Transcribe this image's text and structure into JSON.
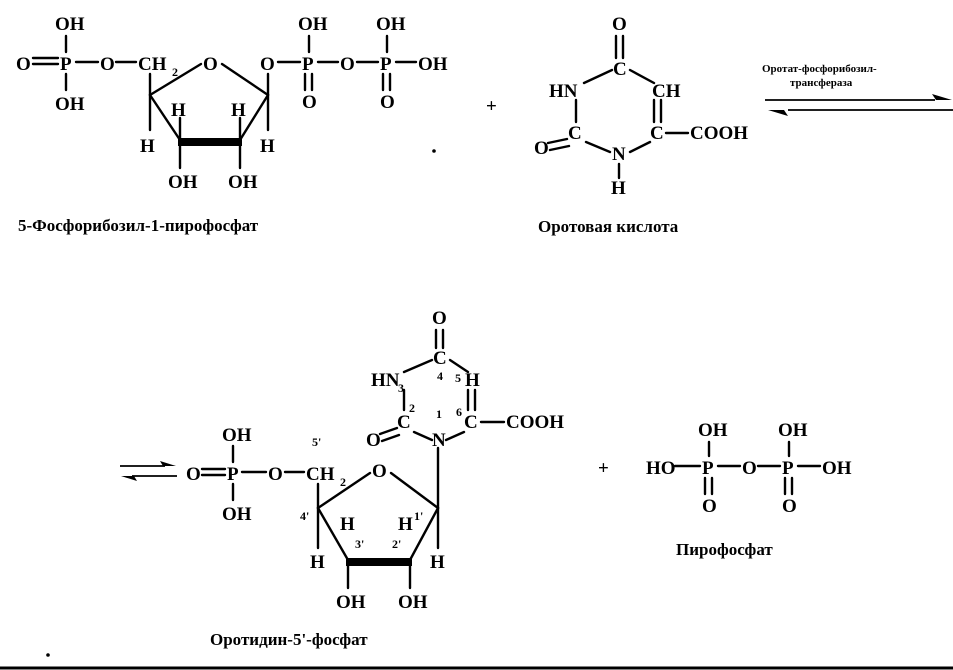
{
  "atoms": {
    "O": "O",
    "OH": "OH",
    "HO": "HO",
    "P": "P",
    "H": "H",
    "C": "C",
    "N": "N",
    "HN": "HN",
    "CH": "CH",
    "CH2": "CH",
    "sub2": "2",
    "COOH": "COOH"
  },
  "operators": {
    "plus": "+"
  },
  "numbers": {
    "n1": "1",
    "n2": "2",
    "n3": "3",
    "n4": "4",
    "n5": "5",
    "n6": "6",
    "n1p": "1'",
    "n2p": "2'",
    "n3p": "3'",
    "n4p": "4'",
    "n5p": "5'"
  },
  "enzyme": {
    "line1": "Оротат-фосфорибозил-",
    "line2": "трансфераза"
  },
  "compounds": {
    "prpp": "5-Фосфорибозил-1-пирофосфат",
    "orotic_acid": "Оротовая кислота",
    "omp": "Оротидин-5'-фосфат",
    "pyrophosphate": "Пирофосфат"
  }
}
